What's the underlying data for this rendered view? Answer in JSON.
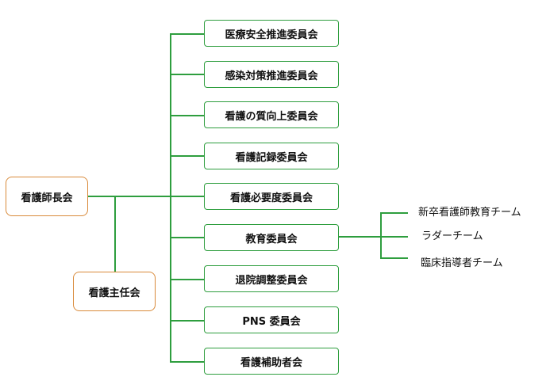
{
  "colors": {
    "green_line": "#2e9e3e",
    "orange_border": "#d98a3a"
  },
  "head": {
    "label": "看護師長会"
  },
  "sub": {
    "label": "看護主任会"
  },
  "committees": [
    {
      "label": "医療安全推進委員会"
    },
    {
      "label": "感染対策推進委員会"
    },
    {
      "label": "看護の質向上委員会"
    },
    {
      "label": "看護記録委員会"
    },
    {
      "label": "看護必要度委員会"
    },
    {
      "label": "教育委員会"
    },
    {
      "label": "退院調整委員会"
    },
    {
      "label": "PNS 委員会"
    },
    {
      "label": "看護補助者会"
    }
  ],
  "teams": [
    {
      "label": "新卒看護師教育チーム"
    },
    {
      "label": "ラダーチーム"
    },
    {
      "label": "臨床指導者チーム"
    }
  ]
}
